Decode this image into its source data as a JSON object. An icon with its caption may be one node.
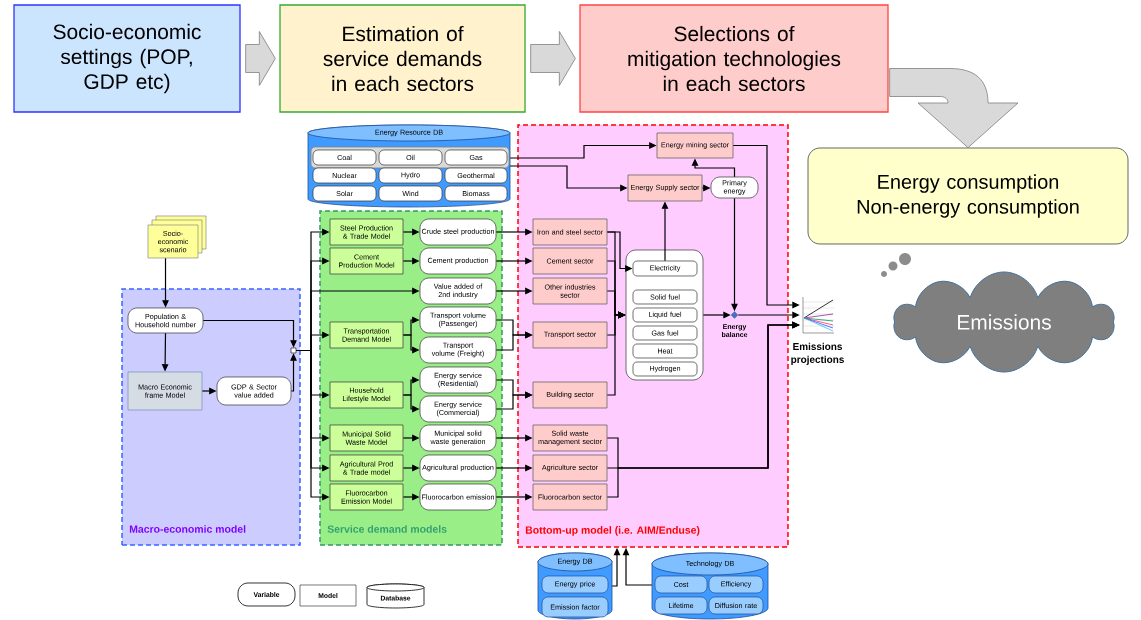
{
  "diagram": {
    "nodes": [
      {
        "text": [
          "Socio-economic settings (POP, GDP etc)"
        ]
      },
      {
        "text": [
          "Estimation of service demands in each sectors"
        ]
      },
      {
        "text": [
          "Selections of mitigation technologies in each sectors"
        ]
      },
      {
        "text": [
          "Energy consumption",
          "Non-energy consumption"
        ]
      },
      {
        "text": [
          "Emissions"
        ]
      },
      {
        "text": [
          "Macro-economic model"
        ]
      },
      {
        "text": [
          "Service demand models"
        ]
      },
      {
        "text": [
          "Bottom-up model (i.e. AIM/Enduse)"
        ]
      },
      {
        "text": [
          "Energy Resource DB"
        ]
      },
      {
        "text": [
          "Coal"
        ],
        "in": 8
      },
      {
        "text": [
          "Oil"
        ],
        "in": 8
      },
      {
        "text": [
          "Gas"
        ],
        "in": 8
      },
      {
        "text": [
          "Nuclear"
        ],
        "in": 8
      },
      {
        "text": [
          "Hydro"
        ],
        "in": 8
      },
      {
        "text": [
          "Geothermal"
        ],
        "in": 8
      },
      {
        "text": [
          "Solar"
        ],
        "in": 8
      },
      {
        "text": [
          "Wind"
        ],
        "in": 8
      },
      {
        "text": [
          "Biomass"
        ],
        "in": 8
      },
      {
        "text": [
          "Socio-economic scenario"
        ]
      },
      {
        "text": [
          "Population & Household number"
        ],
        "in": 5
      },
      {
        "text": [
          "Macro Economic frame Model"
        ],
        "in": 5
      },
      {
        "text": [
          "GDP & Sector value added"
        ],
        "in": 5
      },
      {
        "text": [],
        "shape": "box",
        "in": 5
      },
      {
        "text": [
          "Steel Production & Trade Model"
        ],
        "in": 6
      },
      {
        "text": [
          "Crude steel production"
        ],
        "in": 6
      },
      {
        "text": [
          "Cement Production Model"
        ],
        "in": 6
      },
      {
        "text": [
          "Cement production"
        ],
        "in": 6
      },
      {
        "text": [
          "Value added of 2nd industry"
        ],
        "in": 6
      },
      {
        "text": [
          "Transportation Demand Model"
        ],
        "in": 6
      },
      {
        "text": [
          "Transport volume (Passenger)"
        ],
        "in": 6
      },
      {
        "text": [
          "Transport volume (Freight)"
        ],
        "in": 6
      },
      {
        "text": [
          "Household Lifestyle Model"
        ],
        "in": 6
      },
      {
        "text": [
          "Energy service (Residential)"
        ],
        "in": 6
      },
      {
        "text": [
          "Energy service (Commercial)"
        ],
        "in": 6
      },
      {
        "text": [
          "Municipal Solid Waste Model"
        ],
        "in": 6
      },
      {
        "text": [
          "Municipal solid waste generation"
        ],
        "in": 6
      },
      {
        "text": [
          "Agricultural Prod & Trade model"
        ],
        "in": 6
      },
      {
        "text": [
          "Agricultural production"
        ],
        "in": 6
      },
      {
        "text": [
          "Fluorocarbon Emission Model"
        ],
        "in": 6
      },
      {
        "text": [
          "Fluorocarbon emission"
        ],
        "in": 6
      },
      {
        "text": [
          "Energy mining sector"
        ],
        "in": 7
      },
      {
        "text": [
          "Energy Supply sector"
        ],
        "in": 7
      },
      {
        "text": [
          "Primary energy"
        ],
        "in": 7
      },
      {
        "text": [
          "Iron and steel sector"
        ],
        "in": 7
      },
      {
        "text": [
          "Cement sector"
        ],
        "in": 7
      },
      {
        "text": [
          "Other industries sector"
        ],
        "in": 7
      },
      {
        "text": [
          "Transport sector"
        ],
        "in": 7
      },
      {
        "text": [
          "Building sector"
        ],
        "in": 7
      },
      {
        "text": [
          "Solid waste management sector"
        ],
        "in": 7
      },
      {
        "text": [
          "Agriculture sector"
        ],
        "in": 7
      },
      {
        "text": [
          "Fluorocarbon sector"
        ],
        "in": 7
      },
      {
        "text": [],
        "shape": "box",
        "in": 7
      },
      {
        "text": [
          "Electricity"
        ],
        "in": 51
      },
      {
        "text": [
          "Solid fuel"
        ],
        "in": 51
      },
      {
        "text": [
          "Liquid fuel"
        ],
        "in": 51
      },
      {
        "text": [
          "Gas fuel"
        ],
        "in": 51
      },
      {
        "text": [
          "Heat"
        ],
        "in": 51
      },
      {
        "text": [
          "Hydrogen"
        ],
        "in": 51
      },
      {
        "text": [],
        "shape": "diamond",
        "in": 7,
        "beside": [
          "Energy balance"
        ]
      },
      {
        "text": [],
        "shape": "picture",
        "beside": [
          "Emissions projections"
        ]
      },
      {
        "text": [
          "Energy DB"
        ]
      },
      {
        "text": [
          "Energy price"
        ],
        "in": 60
      },
      {
        "text": [
          "Emission factor"
        ],
        "in": 60
      },
      {
        "text": [
          "Technology DB"
        ]
      },
      {
        "text": [
          "Cost"
        ],
        "in": 63
      },
      {
        "text": [
          "Efficiency"
        ],
        "in": 63
      },
      {
        "text": [
          "Lifetime"
        ],
        "in": 63
      },
      {
        "text": [
          "Diffusion rate"
        ],
        "in": 63
      }
    ],
    "edges": [
      {
        "from": 0,
        "to": 1,
        "arrow": "to",
        "style": "thick",
        "color": "#d9d9d9"
      },
      {
        "from": 1,
        "to": 2,
        "arrow": "to",
        "style": "thick",
        "color": "#d9d9d9"
      },
      {
        "from": 2,
        "to": 3,
        "arrow": "to",
        "style": "thick",
        "color": "#d9d9d9"
      },
      {
        "from": 18,
        "to": 19,
        "arrow": "to"
      },
      {
        "from": 19,
        "to": 20,
        "arrow": "to"
      },
      {
        "from": 20,
        "to": 21,
        "arrow": "to"
      },
      {
        "from": 19,
        "to": 22,
        "arrow": "to"
      },
      {
        "from": 21,
        "to": 22,
        "arrow": "to"
      },
      {
        "from": 22,
        "to": 23,
        "arrow": "to"
      },
      {
        "from": 22,
        "to": 25,
        "arrow": "to"
      },
      {
        "from": 22,
        "to": 27,
        "arrow": "to"
      },
      {
        "from": 22,
        "to": 28,
        "arrow": "to"
      },
      {
        "from": 22,
        "to": 31,
        "arrow": "to"
      },
      {
        "from": 22,
        "to": 34,
        "arrow": "to"
      },
      {
        "from": 22,
        "to": 36,
        "arrow": "to"
      },
      {
        "from": 22,
        "to": 38,
        "arrow": "to"
      },
      {
        "from": 23,
        "to": 24,
        "arrow": "to"
      },
      {
        "from": 25,
        "to": 26,
        "arrow": "to"
      },
      {
        "from": 28,
        "to": 29,
        "arrow": "to"
      },
      {
        "from": 28,
        "to": 30,
        "arrow": "to"
      },
      {
        "from": 31,
        "to": 32,
        "arrow": "to"
      },
      {
        "from": 31,
        "to": 33,
        "arrow": "to"
      },
      {
        "from": 34,
        "to": 35,
        "arrow": "to"
      },
      {
        "from": 36,
        "to": 37,
        "arrow": "to"
      },
      {
        "from": 38,
        "to": 39,
        "arrow": "to"
      },
      {
        "from": 24,
        "to": 43,
        "arrow": "to"
      },
      {
        "from": 26,
        "to": 44,
        "arrow": "to"
      },
      {
        "from": 27,
        "to": 45,
        "arrow": "to"
      },
      {
        "from": 29,
        "to": 46,
        "arrow": "to"
      },
      {
        "from": 30,
        "to": 46,
        "arrow": "to"
      },
      {
        "from": 32,
        "to": 47,
        "arrow": "to"
      },
      {
        "from": 33,
        "to": 47,
        "arrow": "to"
      },
      {
        "from": 35,
        "to": 48,
        "arrow": "to"
      },
      {
        "from": 37,
        "to": 49,
        "arrow": "to"
      },
      {
        "from": 39,
        "to": 50,
        "arrow": "to"
      },
      {
        "from": 43,
        "to": 52,
        "arrow": "to"
      },
      {
        "from": 43,
        "to": 51,
        "arrow": "to"
      },
      {
        "from": 44,
        "to": 51,
        "arrow": "to"
      },
      {
        "from": 45,
        "to": 51,
        "arrow": "to"
      },
      {
        "from": 46,
        "to": 51,
        "arrow": "to"
      },
      {
        "from": 47,
        "to": 51,
        "arrow": "to"
      },
      {
        "from": 52,
        "to": 41,
        "arrow": "to"
      },
      {
        "from": 8,
        "to": 40,
        "arrow": "to"
      },
      {
        "from": 8,
        "to": 41,
        "arrow": "to"
      },
      {
        "from": 41,
        "to": 42,
        "arrow": "to"
      },
      {
        "from": 42,
        "to": 40,
        "arrow": "to"
      },
      {
        "from": 42,
        "to": 58,
        "arrow": "to"
      },
      {
        "from": 51,
        "to": 58,
        "arrow": "to"
      },
      {
        "from": 58,
        "to": 59,
        "arrow": "to"
      },
      {
        "from": 40,
        "to": 59,
        "arrow": "to"
      },
      {
        "from": 48,
        "to": 59,
        "arrow": "to"
      },
      {
        "from": 49,
        "to": 59,
        "arrow": "to"
      },
      {
        "from": 50,
        "to": 59,
        "arrow": "to"
      },
      {
        "from": 60,
        "to": 7,
        "arrow": "to"
      },
      {
        "from": 63,
        "to": 7,
        "arrow": "to"
      }
    ],
    "legend": [
      {
        "text": "Variable"
      },
      {
        "text": "Model"
      },
      {
        "text": "Database"
      }
    ]
  }
}
